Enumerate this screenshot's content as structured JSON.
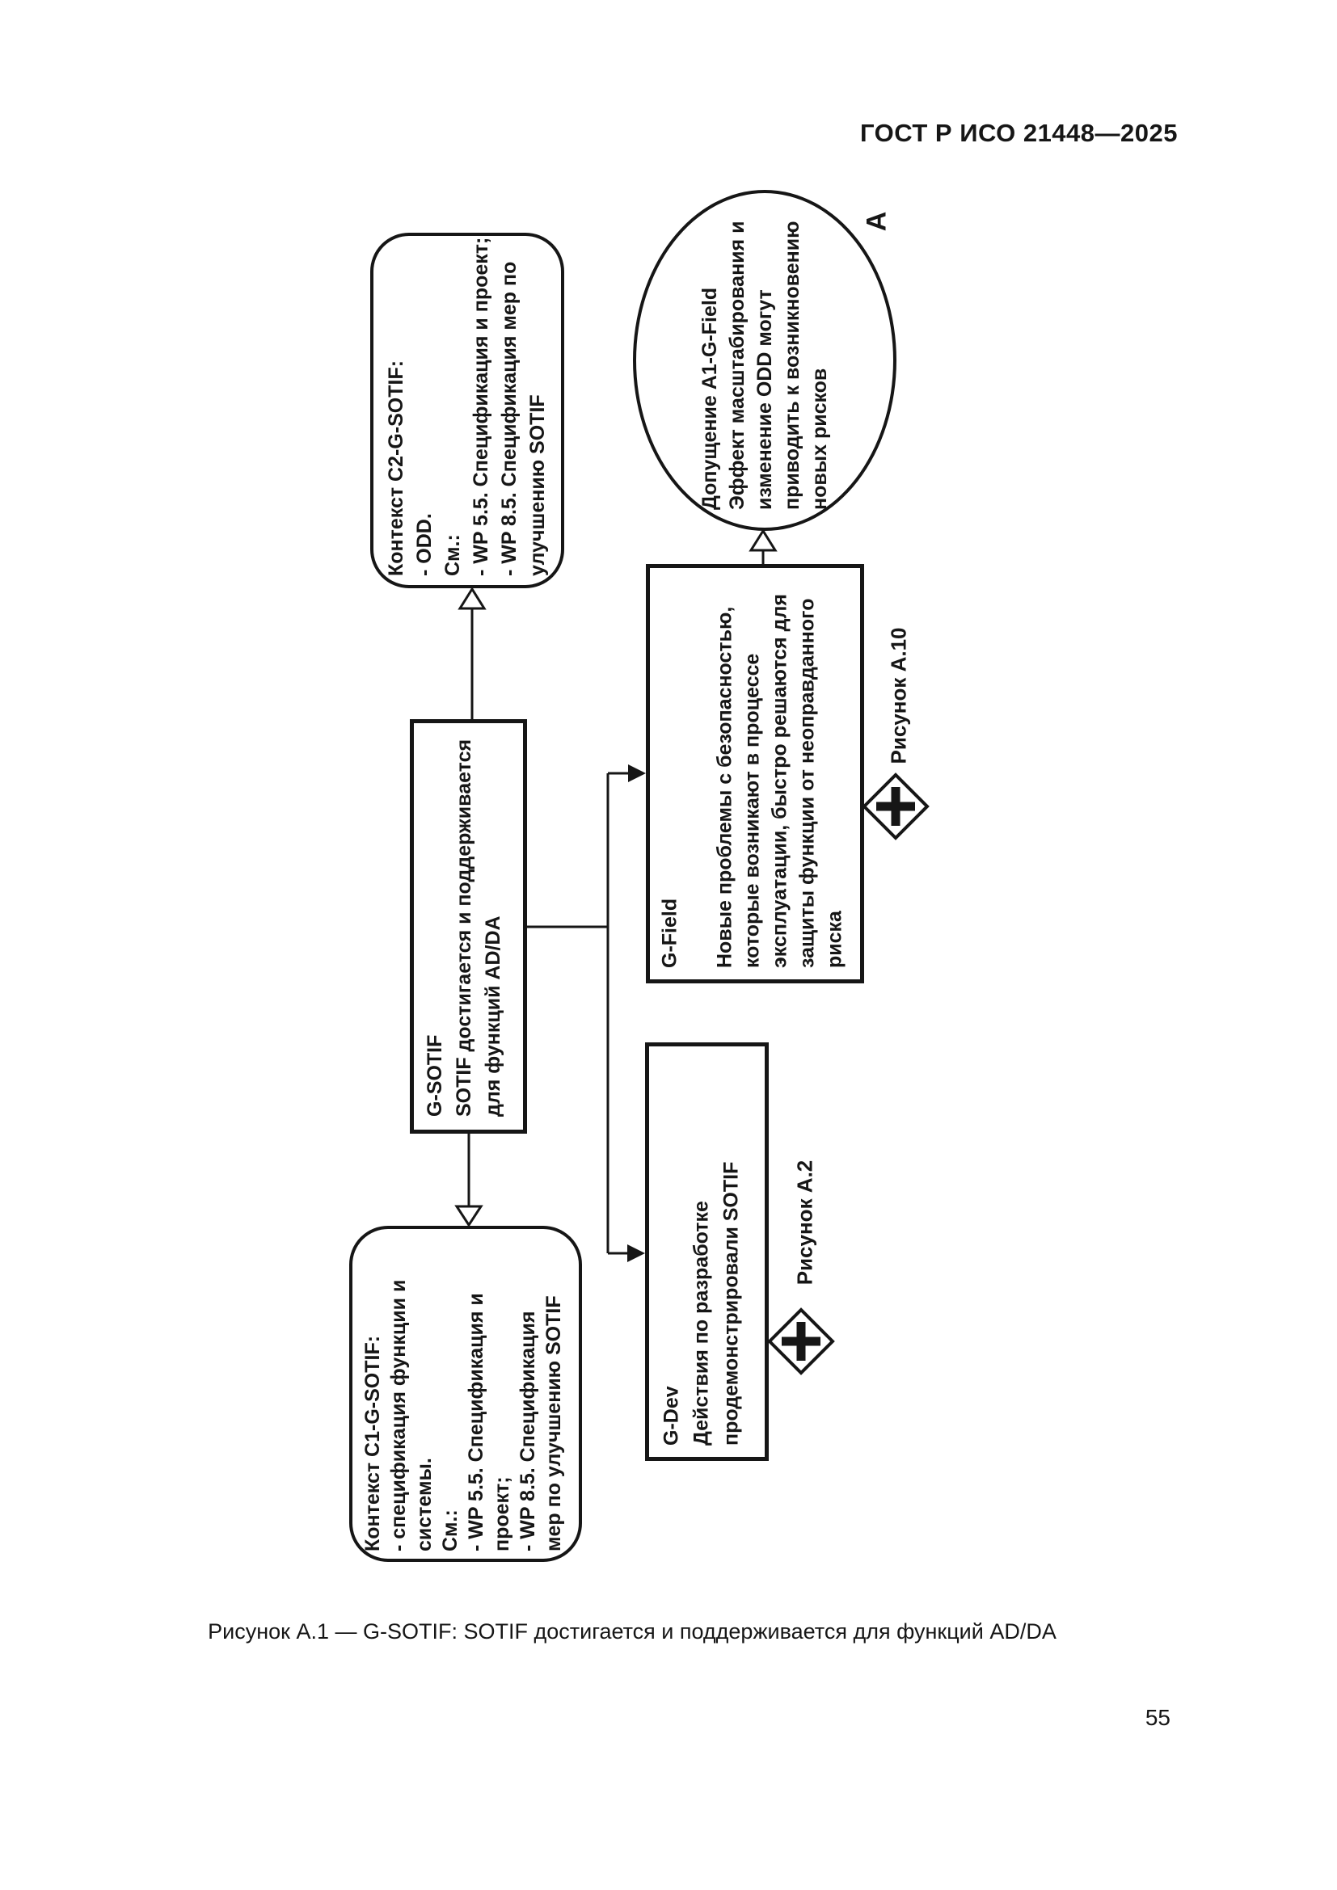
{
  "document": {
    "header": "ГОСТ Р ИСО 21448—2025",
    "caption": "Рисунок А.1 — G-SOTIF: SOTIF достигается и поддерживается для функций AD/DA",
    "page_number": "55"
  },
  "diagram": {
    "module_label": "А",
    "colors": {
      "ink": "#161616",
      "paper": "#ffffff"
    },
    "nodes": {
      "context_c2": {
        "type": "context",
        "lines": [
          "Контекст C2-G-SOTIF:",
          "- ODD.",
          "См.:",
          "- WP 5.5. Спецификация и проект;",
          "- WP 8.5. Спецификация мер по",
          "улучшению SOTIF"
        ]
      },
      "assumption_a1": {
        "type": "assumption",
        "lines": [
          "Допущение A1-G-Field",
          "Эффект масштабирования и",
          "изменение ODD могут",
          "приводить к возникновению",
          "новых рисков"
        ]
      },
      "goal_gsotif": {
        "type": "goal",
        "lines": [
          "G-SOTIF",
          "SOTIF достигается и поддерживается",
          "для функций AD/DA"
        ]
      },
      "goal_gfield": {
        "type": "goal",
        "lines": [
          "G-Field",
          "",
          "Новые проблемы с безопасностью,",
          "которые возникают в процессе",
          "эксплуатации, быстро решаются для",
          "защиты функции от неоправданного",
          "риска"
        ]
      },
      "goal_gdev": {
        "type": "goal",
        "lines": [
          "G-Dev",
          "Действия по разработке",
          "продемонстрировали SOTIF"
        ]
      },
      "context_c1": {
        "type": "context",
        "lines": [
          "Контекст C1-G-SOTIF:",
          "- спецификация функции и",
          "системы.",
          "См.:",
          "- WP 5.5. Спецификация и",
          "проект;",
          "- WP 8.5. Спецификация",
          "мер по улучшению SOTIF"
        ]
      }
    },
    "labels": {
      "fig_a10": "Рисунок А.10",
      "fig_a2": "Рисунок А.2"
    }
  }
}
